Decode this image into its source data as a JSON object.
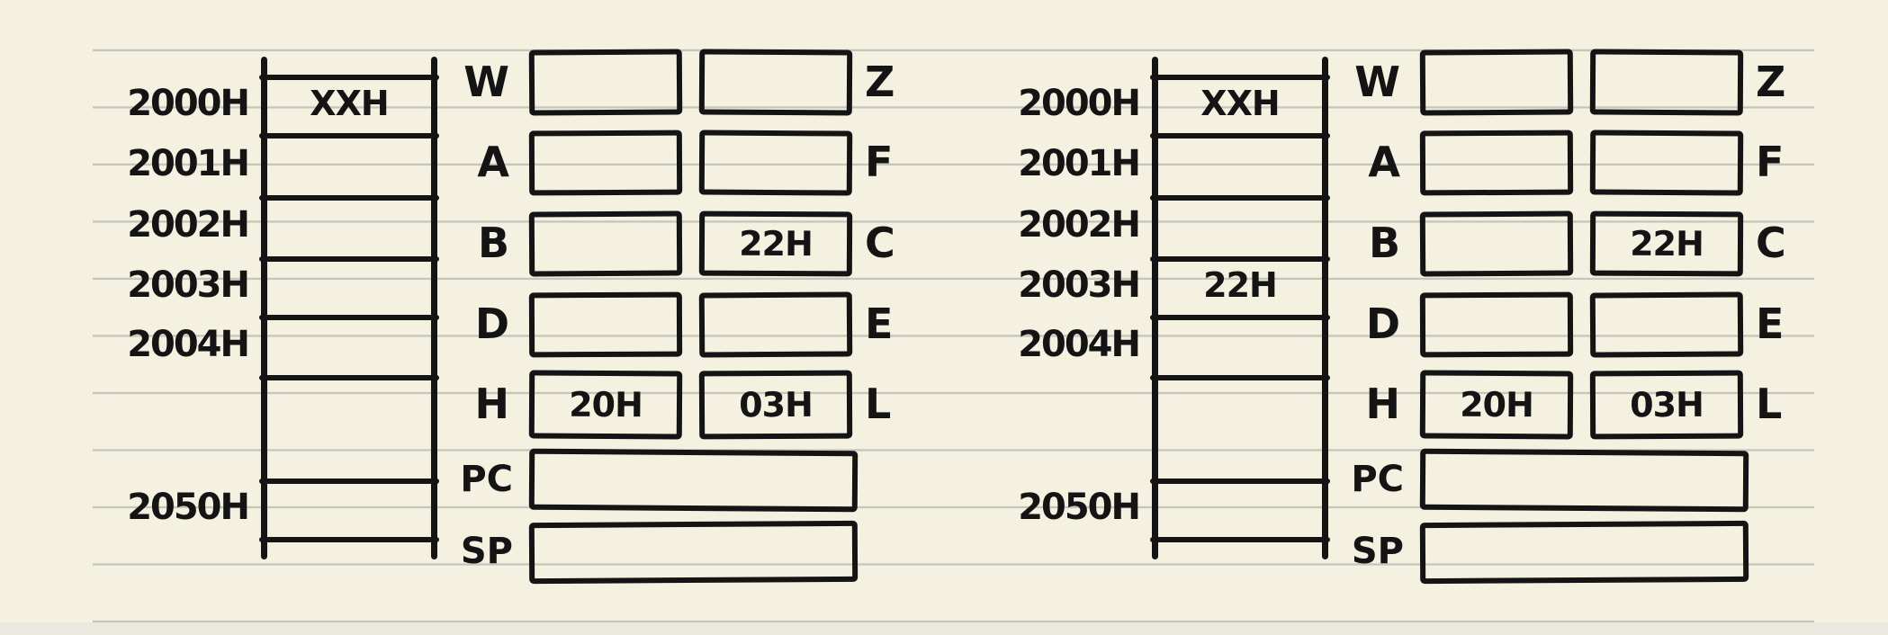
{
  "colors": {
    "paper": "#f4f1e1",
    "ink": "#141414",
    "ruled_line": "#c6c5bc",
    "bottom_strip": "#ebe9df"
  },
  "diagrams": [
    {
      "memory": {
        "cells": [
          {
            "address": "2000H",
            "value": "XXH"
          },
          {
            "address": "2001H",
            "value": ""
          },
          {
            "address": "2002H",
            "value": ""
          },
          {
            "address": "2003H",
            "value": ""
          },
          {
            "address": "2004H",
            "value": ""
          },
          {
            "address": "",
            "value": ""
          },
          {
            "address": "2050H",
            "value": ""
          }
        ]
      },
      "register_pairs": [
        {
          "left_label": "W",
          "left_value": "",
          "right_value": "",
          "right_label": "Z"
        },
        {
          "left_label": "A",
          "left_value": "",
          "right_value": "",
          "right_label": "F"
        },
        {
          "left_label": "B",
          "left_value": "",
          "right_value": "22H",
          "right_label": "C"
        },
        {
          "left_label": "D",
          "left_value": "",
          "right_value": "",
          "right_label": "E"
        },
        {
          "left_label": "H",
          "left_value": "20H",
          "right_value": "03H",
          "right_label": "L"
        }
      ],
      "wide_registers": [
        {
          "label": "PC",
          "value": ""
        },
        {
          "label": "SP",
          "value": ""
        }
      ]
    },
    {
      "memory": {
        "cells": [
          {
            "address": "2000H",
            "value": "XXH"
          },
          {
            "address": "2001H",
            "value": ""
          },
          {
            "address": "2002H",
            "value": ""
          },
          {
            "address": "2003H",
            "value": "22H"
          },
          {
            "address": "2004H",
            "value": ""
          },
          {
            "address": "",
            "value": ""
          },
          {
            "address": "2050H",
            "value": ""
          }
        ]
      },
      "register_pairs": [
        {
          "left_label": "W",
          "left_value": "",
          "right_value": "",
          "right_label": "Z"
        },
        {
          "left_label": "A",
          "left_value": "",
          "right_value": "",
          "right_label": "F"
        },
        {
          "left_label": "B",
          "left_value": "",
          "right_value": "22H",
          "right_label": "C"
        },
        {
          "left_label": "D",
          "left_value": "",
          "right_value": "",
          "right_label": "E"
        },
        {
          "left_label": "H",
          "left_value": "20H",
          "right_value": "03H",
          "right_label": "L"
        }
      ],
      "wide_registers": [
        {
          "label": "PC",
          "value": ""
        },
        {
          "label": "SP",
          "value": ""
        }
      ]
    }
  ]
}
